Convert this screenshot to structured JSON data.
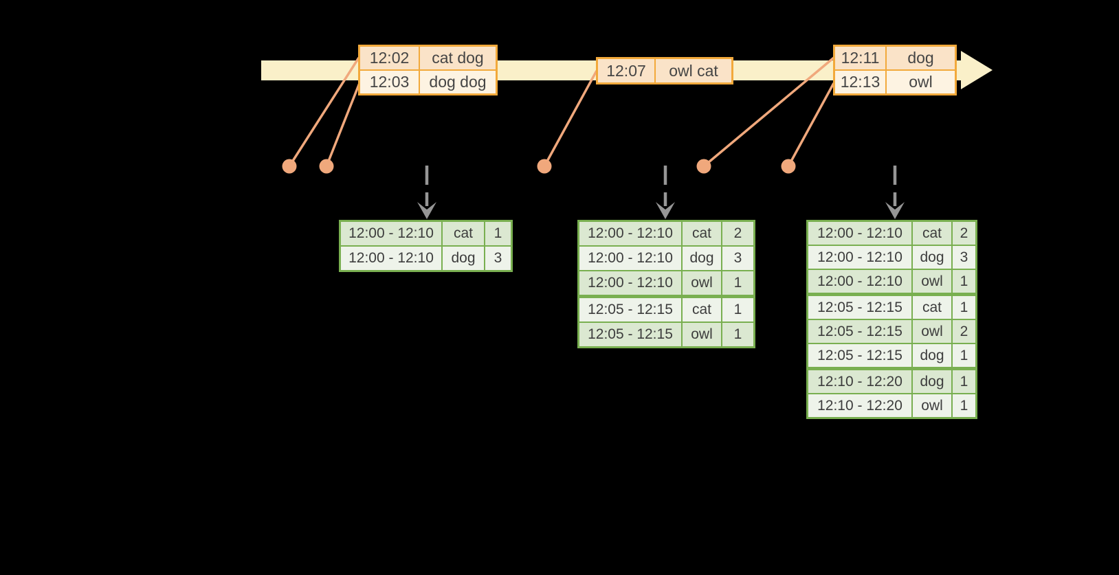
{
  "event_tables": [
    {
      "rows": [
        [
          "12:02",
          "cat dog"
        ],
        [
          "12:03",
          "dog dog"
        ]
      ]
    },
    {
      "rows": [
        [
          "12:07",
          "owl cat"
        ]
      ]
    },
    {
      "rows": [
        [
          "12:11",
          "dog"
        ],
        [
          "12:13",
          "owl"
        ]
      ]
    }
  ],
  "result_tables": [
    {
      "rows": [
        [
          "12:00 - 12:10",
          "cat",
          "1"
        ],
        [
          "12:00 - 12:10",
          "dog",
          "3"
        ]
      ]
    },
    {
      "rows": [
        [
          "12:00 - 12:10",
          "cat",
          "2"
        ],
        [
          "12:00 - 12:10",
          "dog",
          "3"
        ],
        [
          "12:00 - 12:10",
          "owl",
          "1"
        ],
        [
          "12:05 - 12:15",
          "cat",
          "1"
        ],
        [
          "12:05 - 12:15",
          "owl",
          "1"
        ]
      ]
    },
    {
      "rows": [
        [
          "12:00 - 12:10",
          "cat",
          "2"
        ],
        [
          "12:00 - 12:10",
          "dog",
          "3"
        ],
        [
          "12:00 - 12:10",
          "owl",
          "1"
        ],
        [
          "12:05 - 12:15",
          "cat",
          "1"
        ],
        [
          "12:05 - 12:15",
          "owl",
          "2"
        ],
        [
          "12:05 - 12:15",
          "dog",
          "1"
        ],
        [
          "12:10 - 12:20",
          "dog",
          "1"
        ],
        [
          "12:10 - 12:20",
          "owl",
          "1"
        ]
      ]
    }
  ],
  "colors": {
    "background": "#000000",
    "timeline_fill": "#FAF0C9",
    "event_table_border": "#F2A93B",
    "event_row_dark": "#FAE3C8",
    "event_row_light": "#FDF3E2",
    "event_marker": "#F0A87C",
    "trigger_arrow": "#969696",
    "result_table_border": "#79AF50",
    "result_row_dark": "#DBE8D1",
    "result_row_light": "#EEF3EA",
    "text": "#3D3D3D"
  }
}
